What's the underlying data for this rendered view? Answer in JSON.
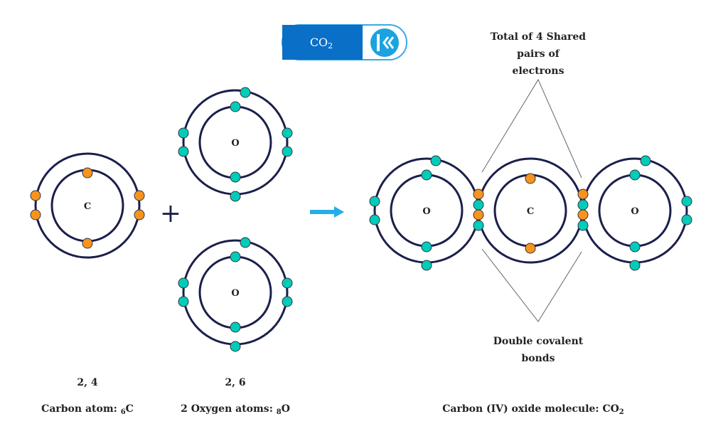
{
  "badge": {
    "text": "CO",
    "sub": "2",
    "logo": "K"
  },
  "atoms": {
    "carbon": "C",
    "oxygen": "O"
  },
  "plus": "+",
  "carbon_config": "2, 4",
  "oxygen_config": "2, 6",
  "carbon_label": "Carbon atom: ",
  "carbon_sub": "6",
  "carbon_sym": "C",
  "oxygen_label": "2 Oxygen atoms: ",
  "oxygen_sub": "8",
  "oxygen_sym": "O",
  "molecule_label": "Carbon (IV) oxide molecule: CO",
  "molecule_sub": "2",
  "shared_note": [
    "Total of 4 Shared",
    "pairs of",
    "electrons"
  ],
  "bond_note": [
    "Double covalent",
    "bonds"
  ],
  "colors": {
    "orbit": "#1b1f4b",
    "carbon_e": "#f7941d",
    "oxygen_e": "#00cdb9",
    "badge": "#0a6fc7"
  }
}
